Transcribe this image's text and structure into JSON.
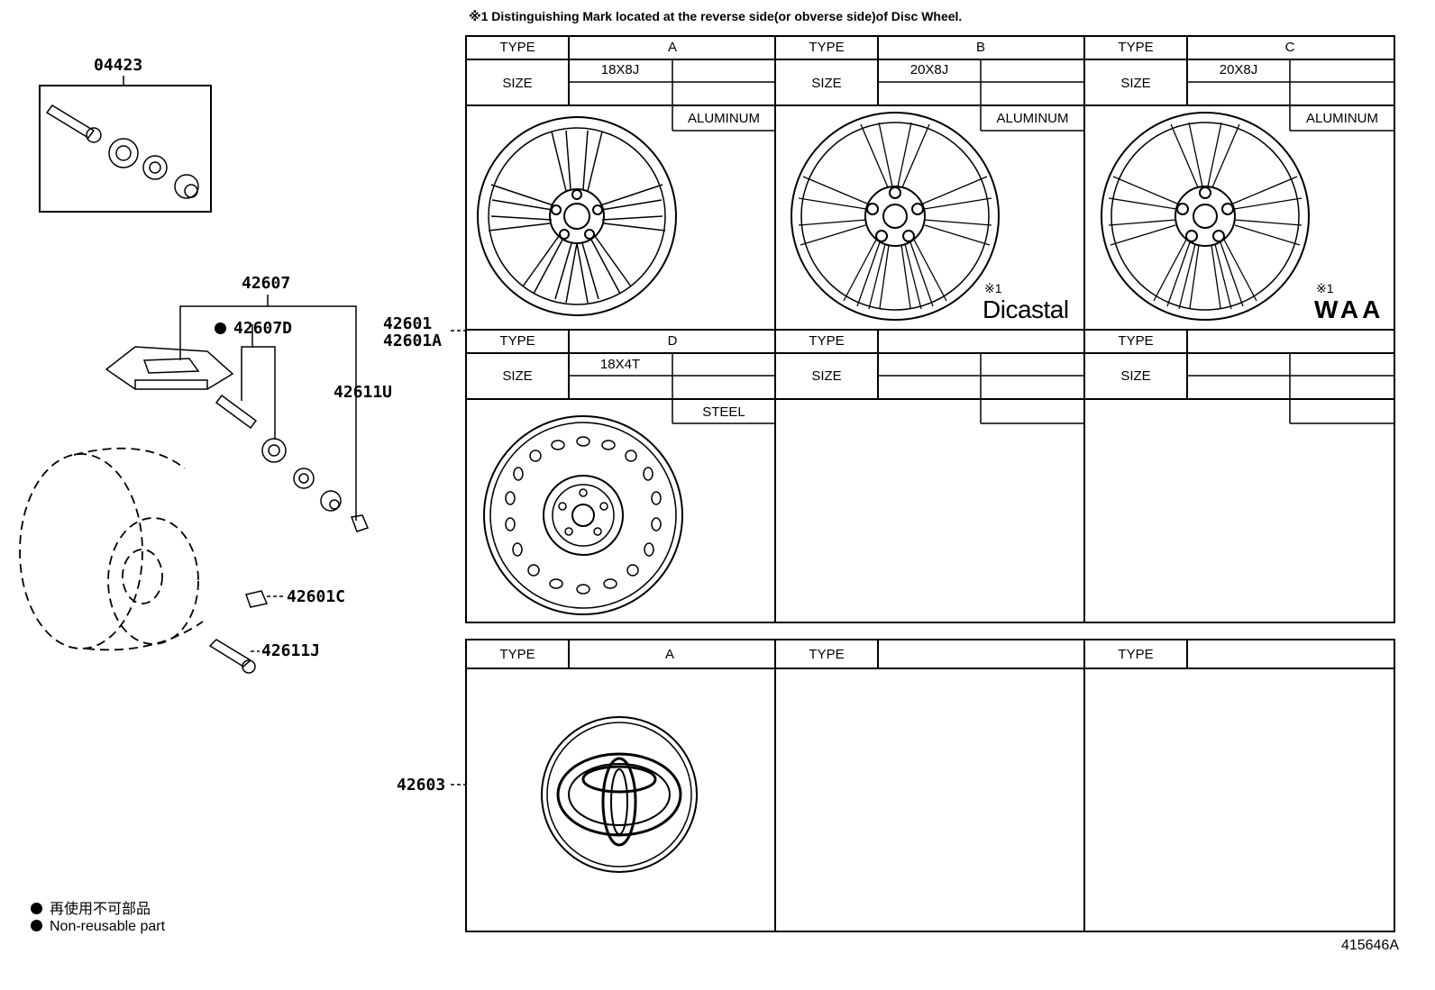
{
  "note": "※1 Distinguishing Mark located at the reverse side(or obverse side)of Disc Wheel.",
  "parts": {
    "p04423": "04423",
    "p42607": "42607",
    "p42607D": "42607D",
    "p42611U": "42611U",
    "p42601": "42601",
    "p42601A": "42601A",
    "p42601C": "42601C",
    "p42611J": "42611J",
    "p42603": "42603"
  },
  "table": {
    "type_label": "TYPE",
    "size_label": "SIZE",
    "wheels": [
      {
        "type": "A",
        "size": "18X8J",
        "material": "ALUMINUM",
        "mark_ref": "",
        "mark": ""
      },
      {
        "type": "B",
        "size": "20X8J",
        "material": "ALUMINUM",
        "mark_ref": "※1",
        "mark": "Dicastal"
      },
      {
        "type": "C",
        "size": "20X8J",
        "material": "ALUMINUM",
        "mark_ref": "※1",
        "mark": "WAA"
      },
      {
        "type": "D",
        "size": "18X4T",
        "material": "STEEL",
        "mark_ref": "",
        "mark": ""
      }
    ],
    "caps": [
      {
        "type": "A"
      }
    ]
  },
  "legend": {
    "jp": "再使用不可部品",
    "en": "Non-reusable part"
  },
  "ref": "415646A"
}
